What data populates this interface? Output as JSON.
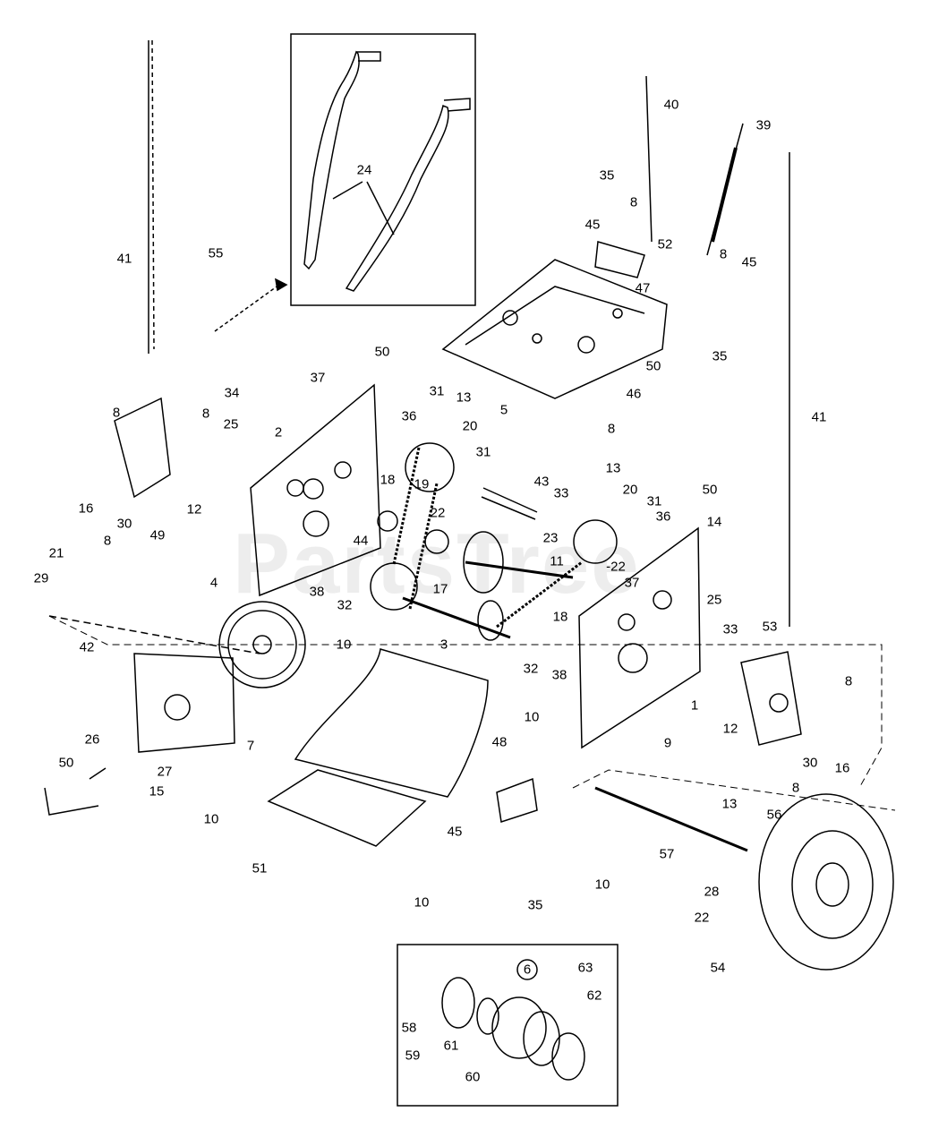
{
  "watermark": "PartsTree",
  "colors": {
    "line": "#000000",
    "background": "#ffffff"
  },
  "callouts": [
    "1",
    "2",
    "3",
    "4",
    "5",
    "6",
    "7",
    "8",
    "9",
    "10",
    "11",
    "12",
    "13",
    "14",
    "15",
    "16",
    "17",
    "18",
    "19",
    "20",
    "21",
    "22",
    "23",
    "24",
    "25",
    "26",
    "27",
    "28",
    "29",
    "30",
    "31",
    "32",
    "33",
    "34",
    "35",
    "36",
    "37",
    "38",
    "39",
    "40",
    "41",
    "42",
    "43",
    "44",
    "45",
    "46",
    "47",
    "48",
    "49",
    "50",
    "51",
    "52",
    "53",
    "54",
    "55",
    "56",
    "57",
    "58",
    "59",
    "60",
    "61",
    "62",
    "63"
  ],
  "inset_callouts": {
    "handles": "24",
    "pulley_assembly": "6"
  }
}
